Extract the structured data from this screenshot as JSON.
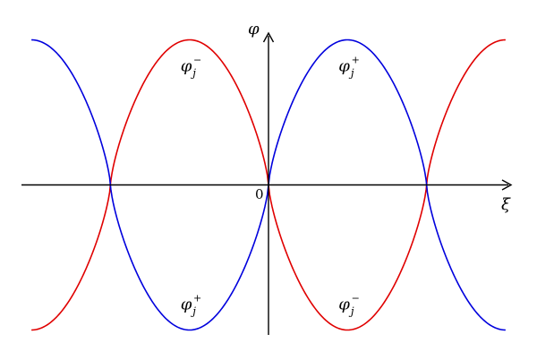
{
  "chart_data": {
    "type": "line",
    "title": "",
    "xlabel": "ξ",
    "ylabel": "φ",
    "origin_label": "0",
    "xlim": [
      -3.0,
      3.0
    ],
    "ylim": [
      -1.0,
      1.0
    ],
    "grid": false,
    "legend": "none",
    "series": [
      {
        "color": "#e00000",
        "x": [
          -3.0,
          -2.0,
          -1.0,
          0.0,
          1.0,
          2.0,
          3.0
        ],
        "y": [
          -1.0,
          0.0,
          1.0,
          0.0,
          -1.0,
          0.0,
          1.0
        ]
      },
      {
        "color": "#0000dd",
        "x": [
          -3.0,
          -2.0,
          -1.0,
          0.0,
          1.0,
          2.0,
          3.0
        ],
        "y": [
          1.0,
          0.0,
          -1.0,
          0.0,
          1.0,
          0.0,
          -1.0
        ]
      }
    ],
    "annotations": [
      {
        "base": "φ",
        "sub": "j",
        "sup": "−",
        "x": -1.0,
        "y": 0.82
      },
      {
        "base": "φ",
        "sub": "j",
        "sup": "+",
        "x": 1.0,
        "y": 0.82
      },
      {
        "base": "φ",
        "sub": "j",
        "sup": "+",
        "x": -1.0,
        "y": -0.82
      },
      {
        "base": "φ",
        "sub": "j",
        "sup": "−",
        "x": 1.0,
        "y": -0.82
      }
    ]
  }
}
